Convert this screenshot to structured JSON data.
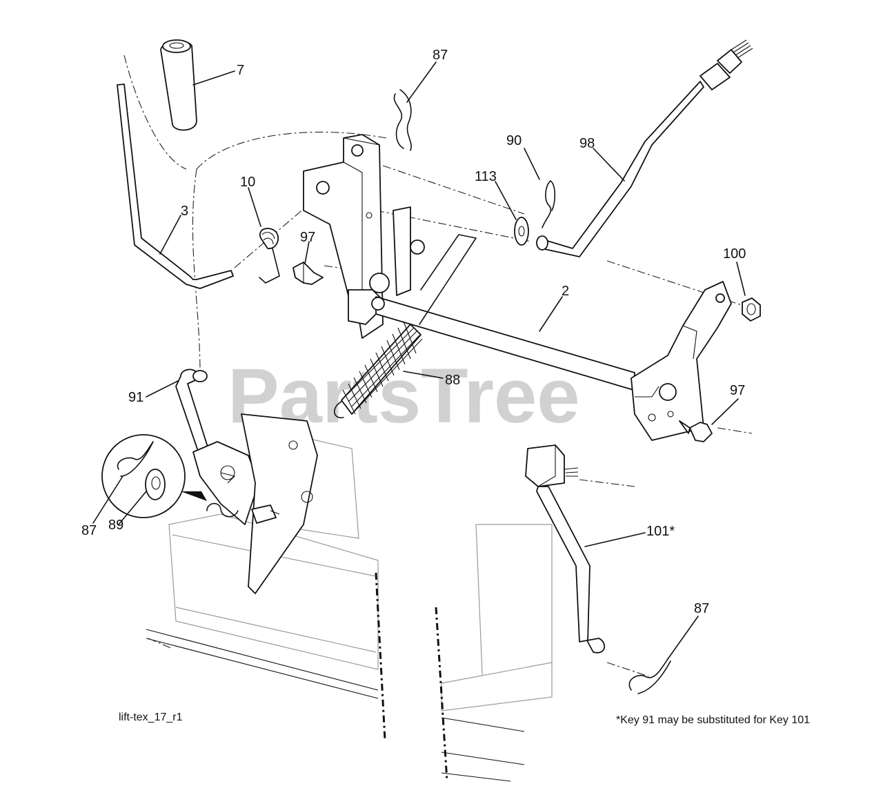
{
  "watermark": "PartsTree",
  "drawing_id": "lift-tex_17_r1",
  "footnote": "*Key 91 may be substituted for Key 101",
  "callouts": [
    {
      "id": "c7",
      "label": "7"
    },
    {
      "id": "c87a",
      "label": "87"
    },
    {
      "id": "c98",
      "label": "98"
    },
    {
      "id": "c90",
      "label": "90"
    },
    {
      "id": "c113",
      "label": "113"
    },
    {
      "id": "c10",
      "label": "10"
    },
    {
      "id": "c3",
      "label": "3"
    },
    {
      "id": "c97a",
      "label": "97"
    },
    {
      "id": "c100",
      "label": "100"
    },
    {
      "id": "c2",
      "label": "2"
    },
    {
      "id": "c88",
      "label": "88"
    },
    {
      "id": "c91",
      "label": "91"
    },
    {
      "id": "c97b",
      "label": "97"
    },
    {
      "id": "c87b",
      "label": "87"
    },
    {
      "id": "c89",
      "label": "89"
    },
    {
      "id": "c101",
      "label": "101*"
    },
    {
      "id": "c87c",
      "label": "87"
    }
  ]
}
